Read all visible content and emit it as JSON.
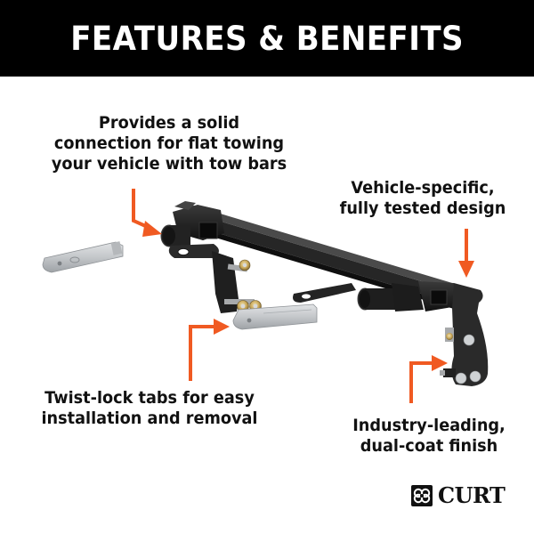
{
  "header": {
    "title": "FEATURES & BENEFITS",
    "background": "#000000",
    "text_color": "#ffffff"
  },
  "callouts": {
    "connection": {
      "lines": [
        "Provides a solid",
        "connection for flat towing",
        "your vehicle with tow bars"
      ]
    },
    "vehicle_specific": {
      "lines": [
        "Vehicle-specific,",
        "fully tested design"
      ]
    },
    "twist_lock": {
      "lines": [
        "Twist-lock tabs for easy",
        "installation and removal"
      ]
    },
    "finish": {
      "lines": [
        "Industry-leading,",
        "dual-coat finish"
      ]
    }
  },
  "illustration": {
    "subject": "tow bar base bracket with removable twist-lock tabs",
    "arrow_color": "#f05a22",
    "bracket_color": "#1c1c1c",
    "tab_color": "#c9cccf"
  },
  "brand": {
    "name": "CURT",
    "logo_icon": "curt-logo-mark-icon"
  }
}
